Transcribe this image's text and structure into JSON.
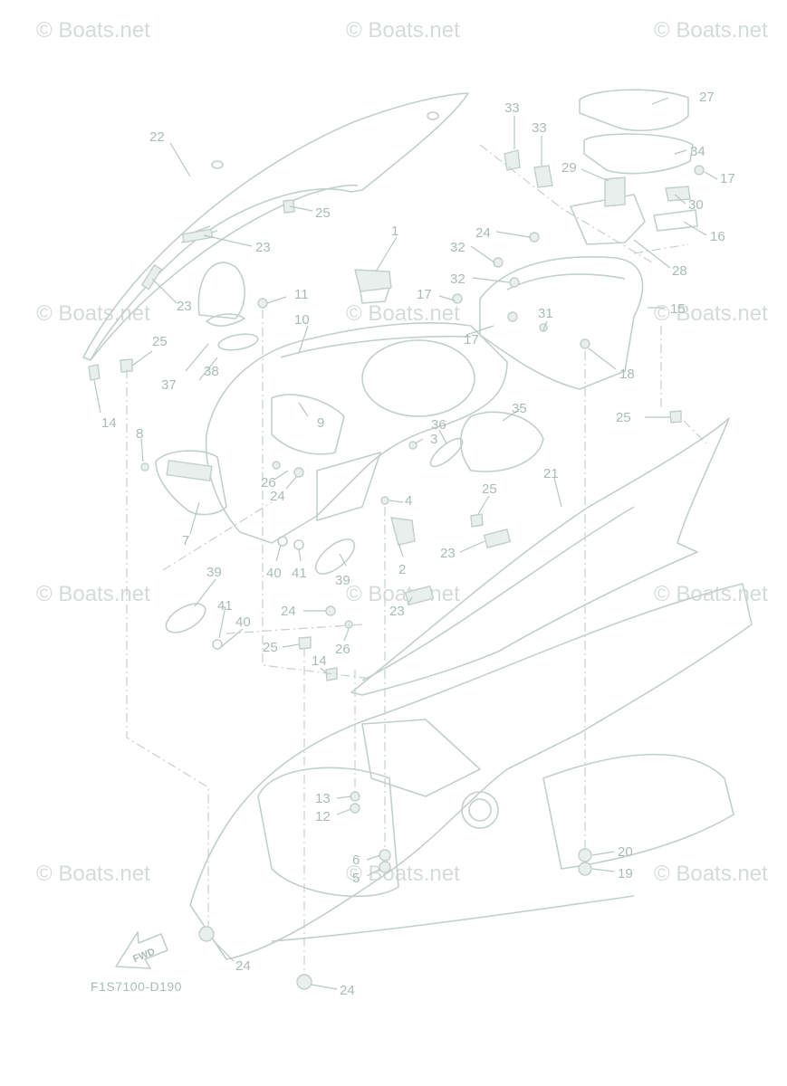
{
  "watermark": "© Boats.net",
  "diagram_code": "F1S7100-D190",
  "fwd_label": "FWD",
  "callouts": {
    "c1": "1",
    "c2": "2",
    "c3": "3",
    "c4": "4",
    "c5": "5",
    "c6": "6",
    "c7": "7",
    "c8": "8",
    "c9": "9",
    "c10": "10",
    "c11": "11",
    "c12": "12",
    "c13": "13",
    "c14a": "14",
    "c14b": "14",
    "c15": "15",
    "c16": "16",
    "c17a": "17",
    "c17b": "17",
    "c17c": "17",
    "c18": "18",
    "c19": "19",
    "c20": "20",
    "c21": "21",
    "c22": "22",
    "c23a": "23",
    "c23b": "23",
    "c23c": "23",
    "c23d": "23",
    "c24a": "24",
    "c24b": "24",
    "c24c": "24",
    "c24d": "24",
    "c24e": "24",
    "c25a": "25",
    "c25b": "25",
    "c25c": "25",
    "c25d": "25",
    "c25e": "25",
    "c26a": "26",
    "c26b": "26",
    "c27": "27",
    "c28": "28",
    "c29": "29",
    "c30": "30",
    "c31": "31",
    "c32a": "32",
    "c32b": "32",
    "c33a": "33",
    "c33b": "33",
    "c34": "34",
    "c35": "35",
    "c36": "36",
    "c37": "37",
    "c38": "38",
    "c39a": "39",
    "c39b": "39",
    "c40a": "40",
    "c40b": "40",
    "c41a": "41",
    "c41b": "41"
  }
}
